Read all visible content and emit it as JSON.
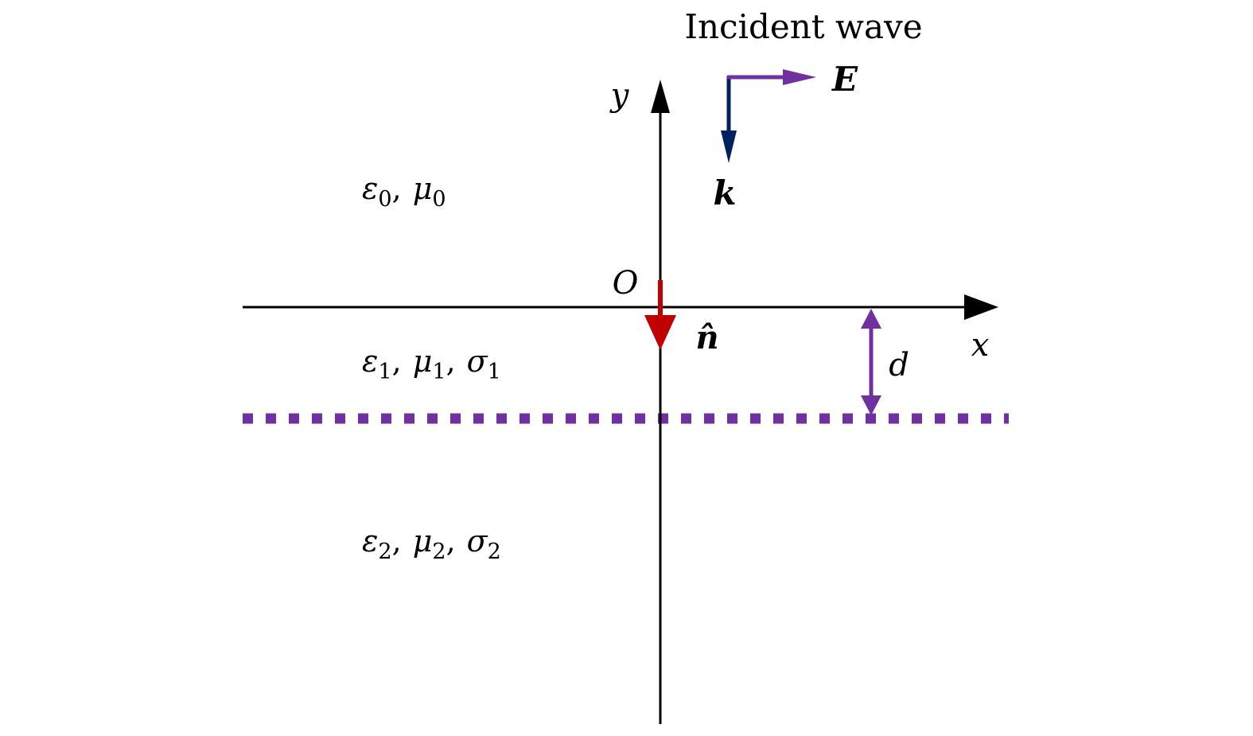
{
  "title": "Incident wave",
  "vectors": {
    "E_label": "E",
    "k_label": "k",
    "normal_label": "n̂"
  },
  "axes": {
    "x_label": "x",
    "y_label": "y",
    "origin_label": "O"
  },
  "dimension": {
    "d_label": "d"
  },
  "regions": [
    {
      "params": [
        {
          "sym": "ε",
          "sub": "0"
        },
        {
          "sym": "μ",
          "sub": "0"
        }
      ]
    },
    {
      "params": [
        {
          "sym": "ε",
          "sub": "1"
        },
        {
          "sym": "μ",
          "sub": "1"
        },
        {
          "sym": "σ",
          "sub": "1"
        }
      ]
    },
    {
      "params": [
        {
          "sym": "ε",
          "sub": "2"
        },
        {
          "sym": "μ",
          "sub": "2"
        },
        {
          "sym": "σ",
          "sub": "2"
        }
      ]
    }
  ],
  "colors": {
    "axis": "#000000",
    "E_vector": "#7030a0",
    "k_vector": "#002060",
    "normal_vector": "#c00000",
    "boundary": "#7030a0",
    "d_arrow": "#7030a0"
  }
}
